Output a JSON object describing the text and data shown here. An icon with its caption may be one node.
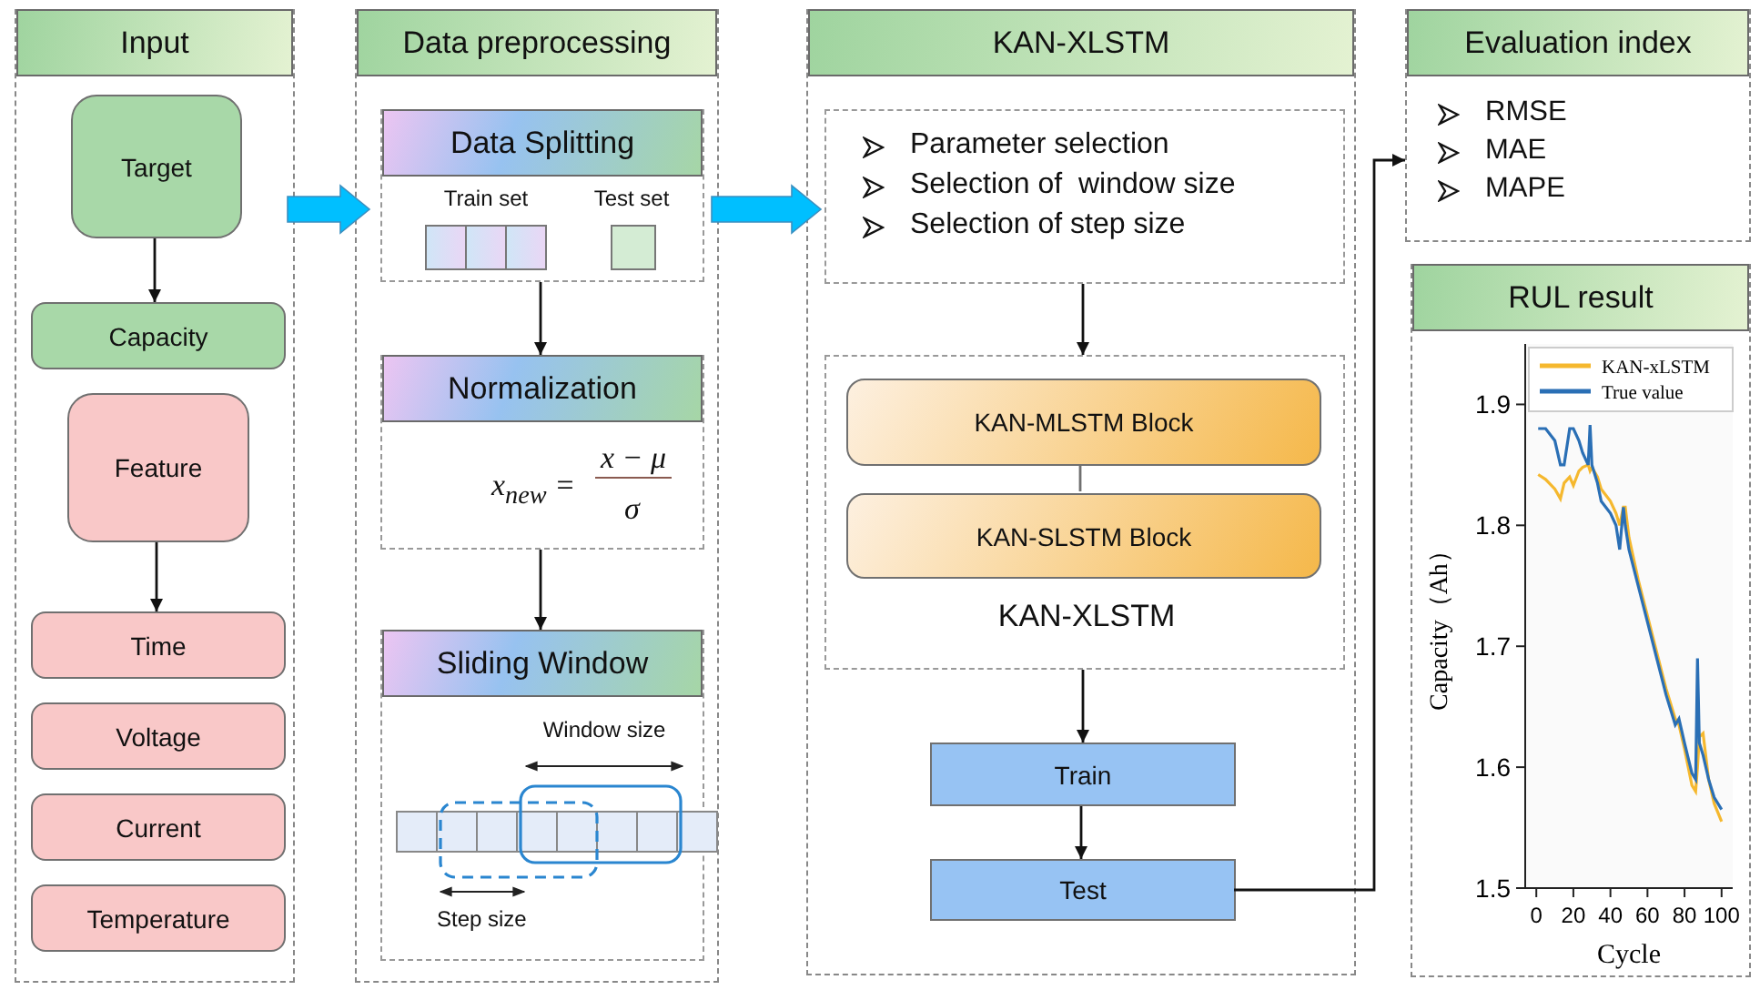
{
  "diagram": {
    "nodes": [
      {
        "text": [
          "Input"
        ]
      },
      {
        "text": [
          "Target"
        ],
        "in": 0
      },
      {
        "text": [
          "Capacity"
        ],
        "in": 0
      },
      {
        "text": [
          "Feature"
        ],
        "in": 0
      },
      {
        "text": [
          "Time"
        ],
        "in": 0
      },
      {
        "text": [
          "Voltage"
        ],
        "in": 0
      },
      {
        "text": [
          "Current"
        ],
        "in": 0
      },
      {
        "text": [
          "Temperature"
        ],
        "in": 0
      },
      {
        "text": [
          "Data preprocessing"
        ]
      },
      {
        "text": [
          "Data Splitting",
          "Train set",
          "Test set"
        ],
        "in": 8
      },
      {
        "text": [
          "Normalization",
          "x$_{new}$ =",
          "x − μ",
          "σ"
        ],
        "in": 8
      },
      {
        "text": [
          "Sliding Window",
          "Window size",
          "Step size"
        ],
        "in": 8
      },
      {
        "text": [
          "KAN-XLSTM"
        ]
      },
      {
        "text": [
          "Parameter selection",
          "Selection of  window size",
          "Selection of step size"
        ],
        "in": 12
      },
      {
        "text": [
          "KAN-XLSTM"
        ],
        "in": 12
      },
      {
        "text": [
          "KAN-MLSTM Block"
        ],
        "in": 14
      },
      {
        "text": [
          "KAN-SLSTM Block"
        ],
        "in": 14
      },
      {
        "text": [
          "Train"
        ],
        "in": 12
      },
      {
        "text": [
          "Test"
        ],
        "in": 12
      },
      {
        "text": [
          "Evaluation index",
          "RMSE",
          "MAE",
          "MAPE"
        ]
      },
      {
        "text": [
          "RUL result"
        ]
      }
    ],
    "edges": [
      {
        "from": 1,
        "to": 2,
        "arrow": "to"
      },
      {
        "from": 3,
        "to": 4,
        "arrow": "to"
      },
      {
        "from": 0,
        "to": 8,
        "arrow": "to",
        "style": "thick",
        "color": "#00bfff"
      },
      {
        "from": 8,
        "to": 12,
        "arrow": "to",
        "style": "thick",
        "color": "#00bfff"
      },
      {
        "from": 9,
        "to": 10,
        "arrow": "to"
      },
      {
        "from": 10,
        "to": 11,
        "arrow": "to"
      },
      {
        "from": 13,
        "to": 14,
        "arrow": "to"
      },
      {
        "from": 15,
        "to": 16,
        "arrow": "none",
        "color": "#707070"
      },
      {
        "from": 14,
        "to": 17,
        "arrow": "to"
      },
      {
        "from": 17,
        "to": 18,
        "arrow": "to"
      },
      {
        "from": 18,
        "to": 19,
        "arrow": "to"
      }
    ],
    "chart_data": {
      "type": "line",
      "xlabel": "Cycle",
      "ylabel": "Capacity（Ah）",
      "x": [
        1,
        5,
        10,
        13,
        15,
        18,
        20,
        23,
        25,
        28,
        29,
        30,
        33,
        35,
        40,
        43,
        45,
        47,
        48,
        50,
        55,
        60,
        65,
        70,
        75,
        77,
        80,
        84,
        86,
        87,
        88,
        90,
        93,
        96,
        100
      ],
      "series": [
        {
          "name": "KAN-xLSTM",
          "color": "#f5b82e",
          "values": [
            1.842,
            1.838,
            1.83,
            1.822,
            1.835,
            1.84,
            1.833,
            1.845,
            1.848,
            1.85,
            1.845,
            1.848,
            1.84,
            1.83,
            1.82,
            1.81,
            1.8,
            1.815,
            1.815,
            1.79,
            1.755,
            1.725,
            1.695,
            1.665,
            1.64,
            1.635,
            1.615,
            1.585,
            1.58,
            1.6,
            1.625,
            1.628,
            1.59,
            1.57,
            1.555
          ]
        },
        {
          "name": "True value",
          "color": "#2a6fb5",
          "values": [
            1.88,
            1.88,
            1.87,
            1.85,
            1.85,
            1.88,
            1.88,
            1.87,
            1.86,
            1.85,
            1.883,
            1.85,
            1.835,
            1.82,
            1.81,
            1.8,
            1.78,
            1.815,
            1.8,
            1.78,
            1.75,
            1.72,
            1.69,
            1.66,
            1.635,
            1.64,
            1.62,
            1.595,
            1.59,
            1.69,
            1.62,
            1.61,
            1.59,
            1.575,
            1.565
          ]
        }
      ],
      "legend": "upper left",
      "xlim": [
        -6,
        106
      ],
      "ylim": [
        1.5,
        1.95
      ],
      "xticks": [
        0,
        20,
        40,
        60,
        80,
        100
      ],
      "yticks": [
        1.5,
        1.6,
        1.7,
        1.8,
        1.9
      ]
    }
  }
}
